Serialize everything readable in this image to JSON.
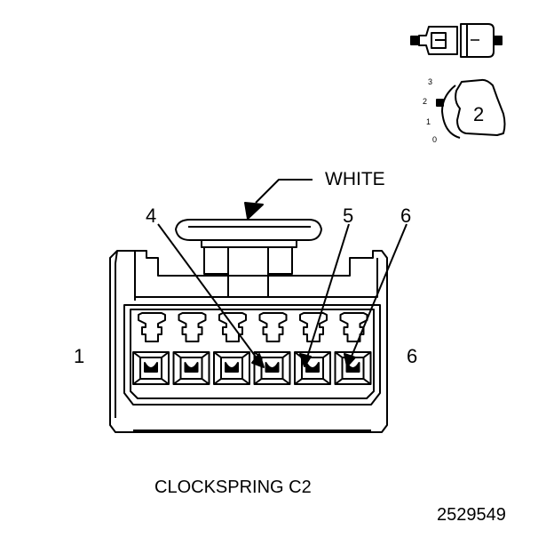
{
  "diagram": {
    "color_label": "WHITE",
    "pin_callouts": [
      "4",
      "5",
      "6"
    ],
    "side_labels": {
      "left": "1",
      "right": "6"
    },
    "title": "CLOCKSPRING C2",
    "figure_id": "2529549",
    "orientation_icon": {
      "position_marks": [
        "3",
        "2",
        "1",
        "0"
      ],
      "connector_number": "2"
    },
    "cavity_count": 6
  }
}
